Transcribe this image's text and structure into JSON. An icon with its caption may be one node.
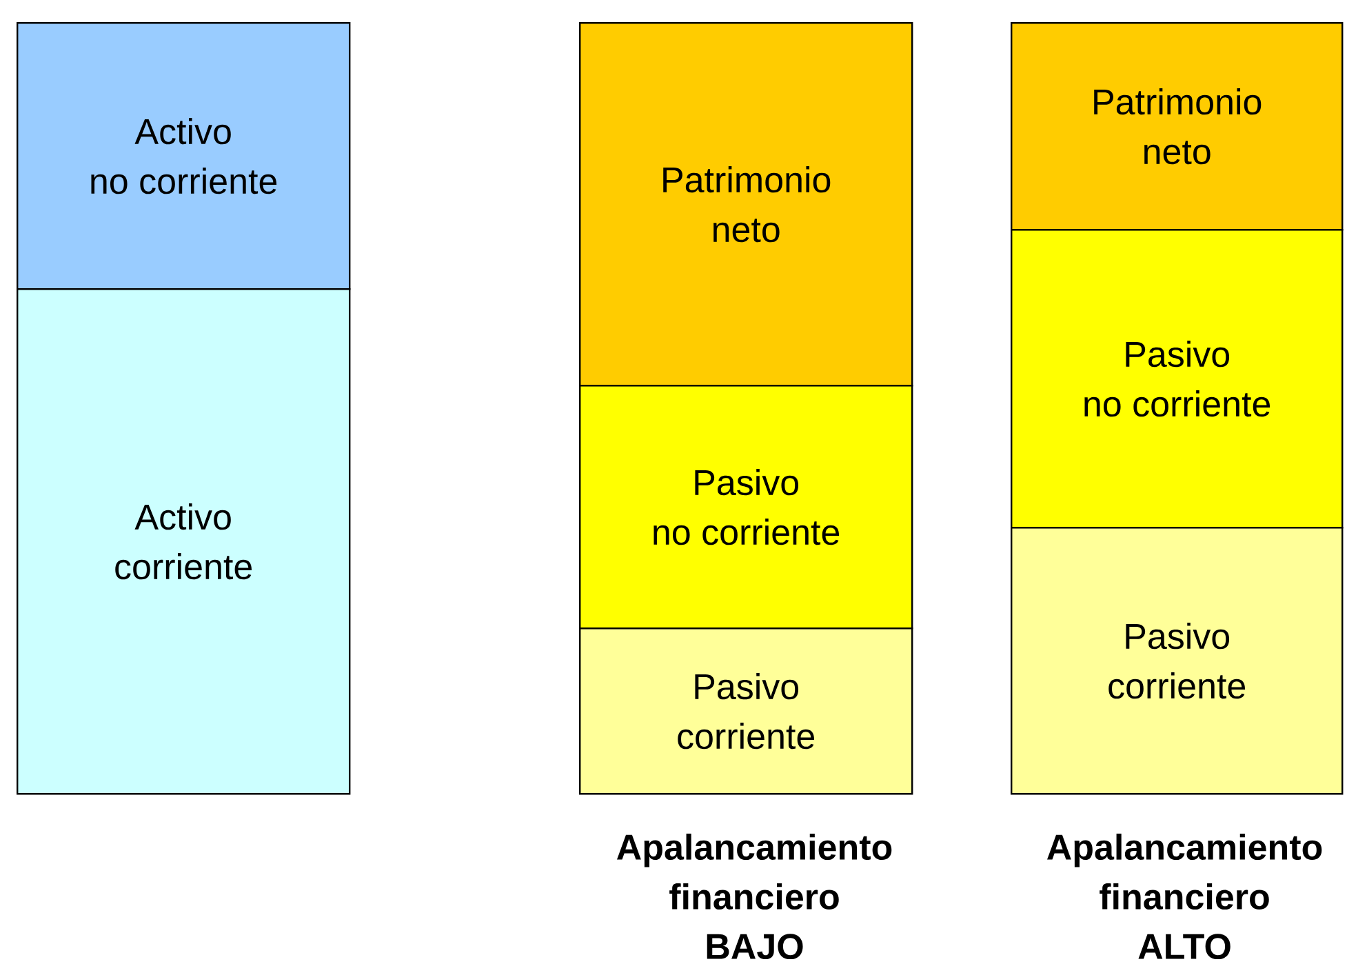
{
  "diagram": {
    "nodes": [
      {
        "text": [
          "Activo no corriente"
        ]
      },
      {
        "text": [
          "Activo corriente"
        ]
      },
      {
        "text": [
          "Patrimonio neto"
        ]
      },
      {
        "text": [
          "Pasivo no corriente"
        ]
      },
      {
        "text": [
          "Pasivo corriente"
        ]
      },
      {
        "text": [
          "Patrimonio neto"
        ]
      },
      {
        "text": [
          "Pasivo no corriente"
        ]
      },
      {
        "text": [
          "Pasivo corriente"
        ]
      }
    ],
    "labels": [
      "Apalancamiento financiero BAJO",
      "Apalancamiento financiero ALTO"
    ]
  }
}
